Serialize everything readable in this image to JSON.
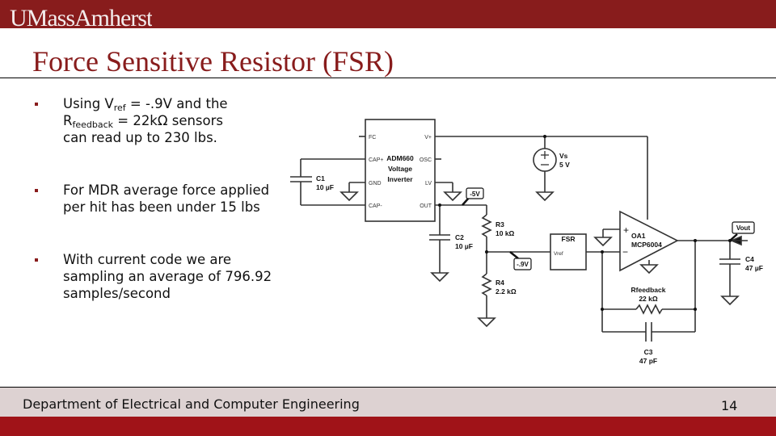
{
  "header": {
    "logo": "UMassAmherst",
    "title": "Force Sensitive Resistor (FSR)"
  },
  "bullets": [
    {
      "parts": [
        {
          "text": "Using V"
        },
        {
          "sub": "ref"
        },
        {
          "text": " = -.9V and the R"
        },
        {
          "sub": "feedback"
        },
        {
          "text": " = 22kΩ sensors can read up to 230 lbs."
        }
      ],
      "line1": "Using V",
      "line1_sub": "ref",
      "line1_rest": " = -.9V and the",
      "line2": "R",
      "line2_sub": "feedback",
      "line2_rest": " = 22kΩ sensors",
      "line3": "can read up to 230 lbs."
    },
    {
      "text": "For MDR average force applied per hit has been under 15 lbs"
    },
    {
      "text": "With current code we are sampling an average of 796.92 samples/second"
    }
  ],
  "schematic": {
    "ic": {
      "name": "ADM660",
      "desc1": "Voltage",
      "desc2": "Inverter",
      "pins_left": [
        "FC",
        "CAP+",
        "GND",
        "CAP-"
      ],
      "pins_right": [
        "V+",
        "OSC",
        "LV",
        "OUT"
      ]
    },
    "c1": {
      "name": "C1",
      "value": "10 µF"
    },
    "c2": {
      "name": "C2",
      "value": "10 µF"
    },
    "c3": {
      "name": "C3",
      "value": "47 pF"
    },
    "c4": {
      "name": "C4",
      "value": "47 µF"
    },
    "r3": {
      "name": "R3",
      "value": "10 kΩ"
    },
    "r4": {
      "name": "R4",
      "value": "2.2 kΩ"
    },
    "rf": {
      "name": "Rfeedback",
      "value": "22 kΩ"
    },
    "vs": {
      "name": "Vs",
      "value": "5 V"
    },
    "fsr": {
      "name": "FSR",
      "pin": "Vref"
    },
    "opamp": {
      "name": "OA1",
      "part": "MCP6004",
      "plus": "+",
      "minus": "−"
    },
    "labels": {
      "neg5": "-5V",
      "neg09": "-.9V",
      "vout": "Vout"
    }
  },
  "footer": {
    "department": "Department of Electrical and Computer Engineering",
    "page_number": "14"
  },
  "colors": {
    "brand": "#881c1c",
    "footer_bg": "#ddd2d2",
    "bottom_bar": "#a01318"
  }
}
